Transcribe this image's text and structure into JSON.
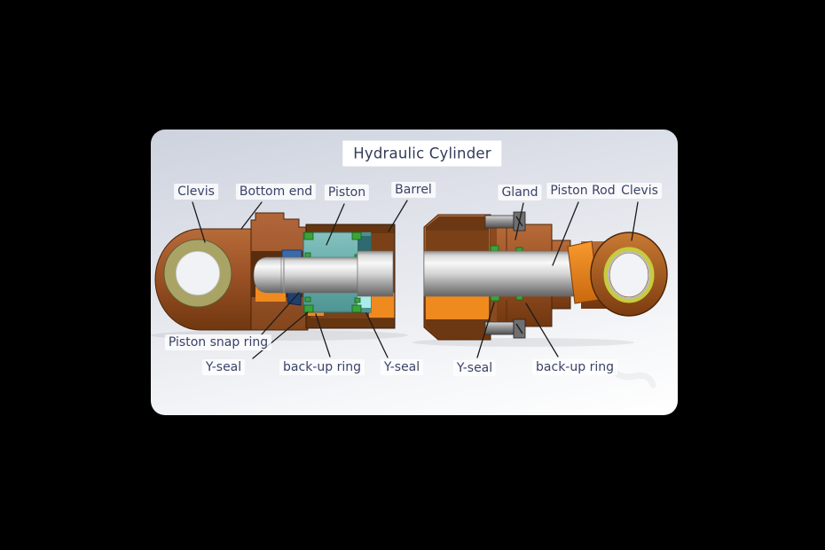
{
  "diagram": {
    "title": "Hydraulic Cylinder",
    "labels": {
      "clevis_left": "Clevis",
      "bottom_end": "Bottom end",
      "piston": "Piston",
      "barrel": "Barrel",
      "gland": "Gland",
      "piston_rod": "Piston Rod",
      "clevis_right": "Clevis",
      "piston_snap_ring": "Piston snap ring",
      "y_seal_left_1": "Y-seal",
      "back_up_ring_left": "back-up ring",
      "y_seal_left_2": "Y-seal",
      "y_seal_right": "Y-seal",
      "back_up_ring_right": "back-up ring"
    },
    "colors": {
      "copper_body": "#9c5226",
      "barrel_dark_brown": "#663611",
      "interior_orange": "#ef8a1f",
      "piston_teal": "#6db2af",
      "seal_green": "#3aa33a",
      "snap_ring_blue": "#3a6ba8",
      "snap_ring_navy": "#20406e",
      "rod_silver": "#c8c8c8",
      "left_ring_olive": "#a9a466",
      "right_ring_yellow_green": "#c6cc40",
      "label_text": "#3a4268",
      "leader_line": "#1b1b1b",
      "card_background_top": "#cdd2de",
      "page_background": "#000000"
    }
  }
}
